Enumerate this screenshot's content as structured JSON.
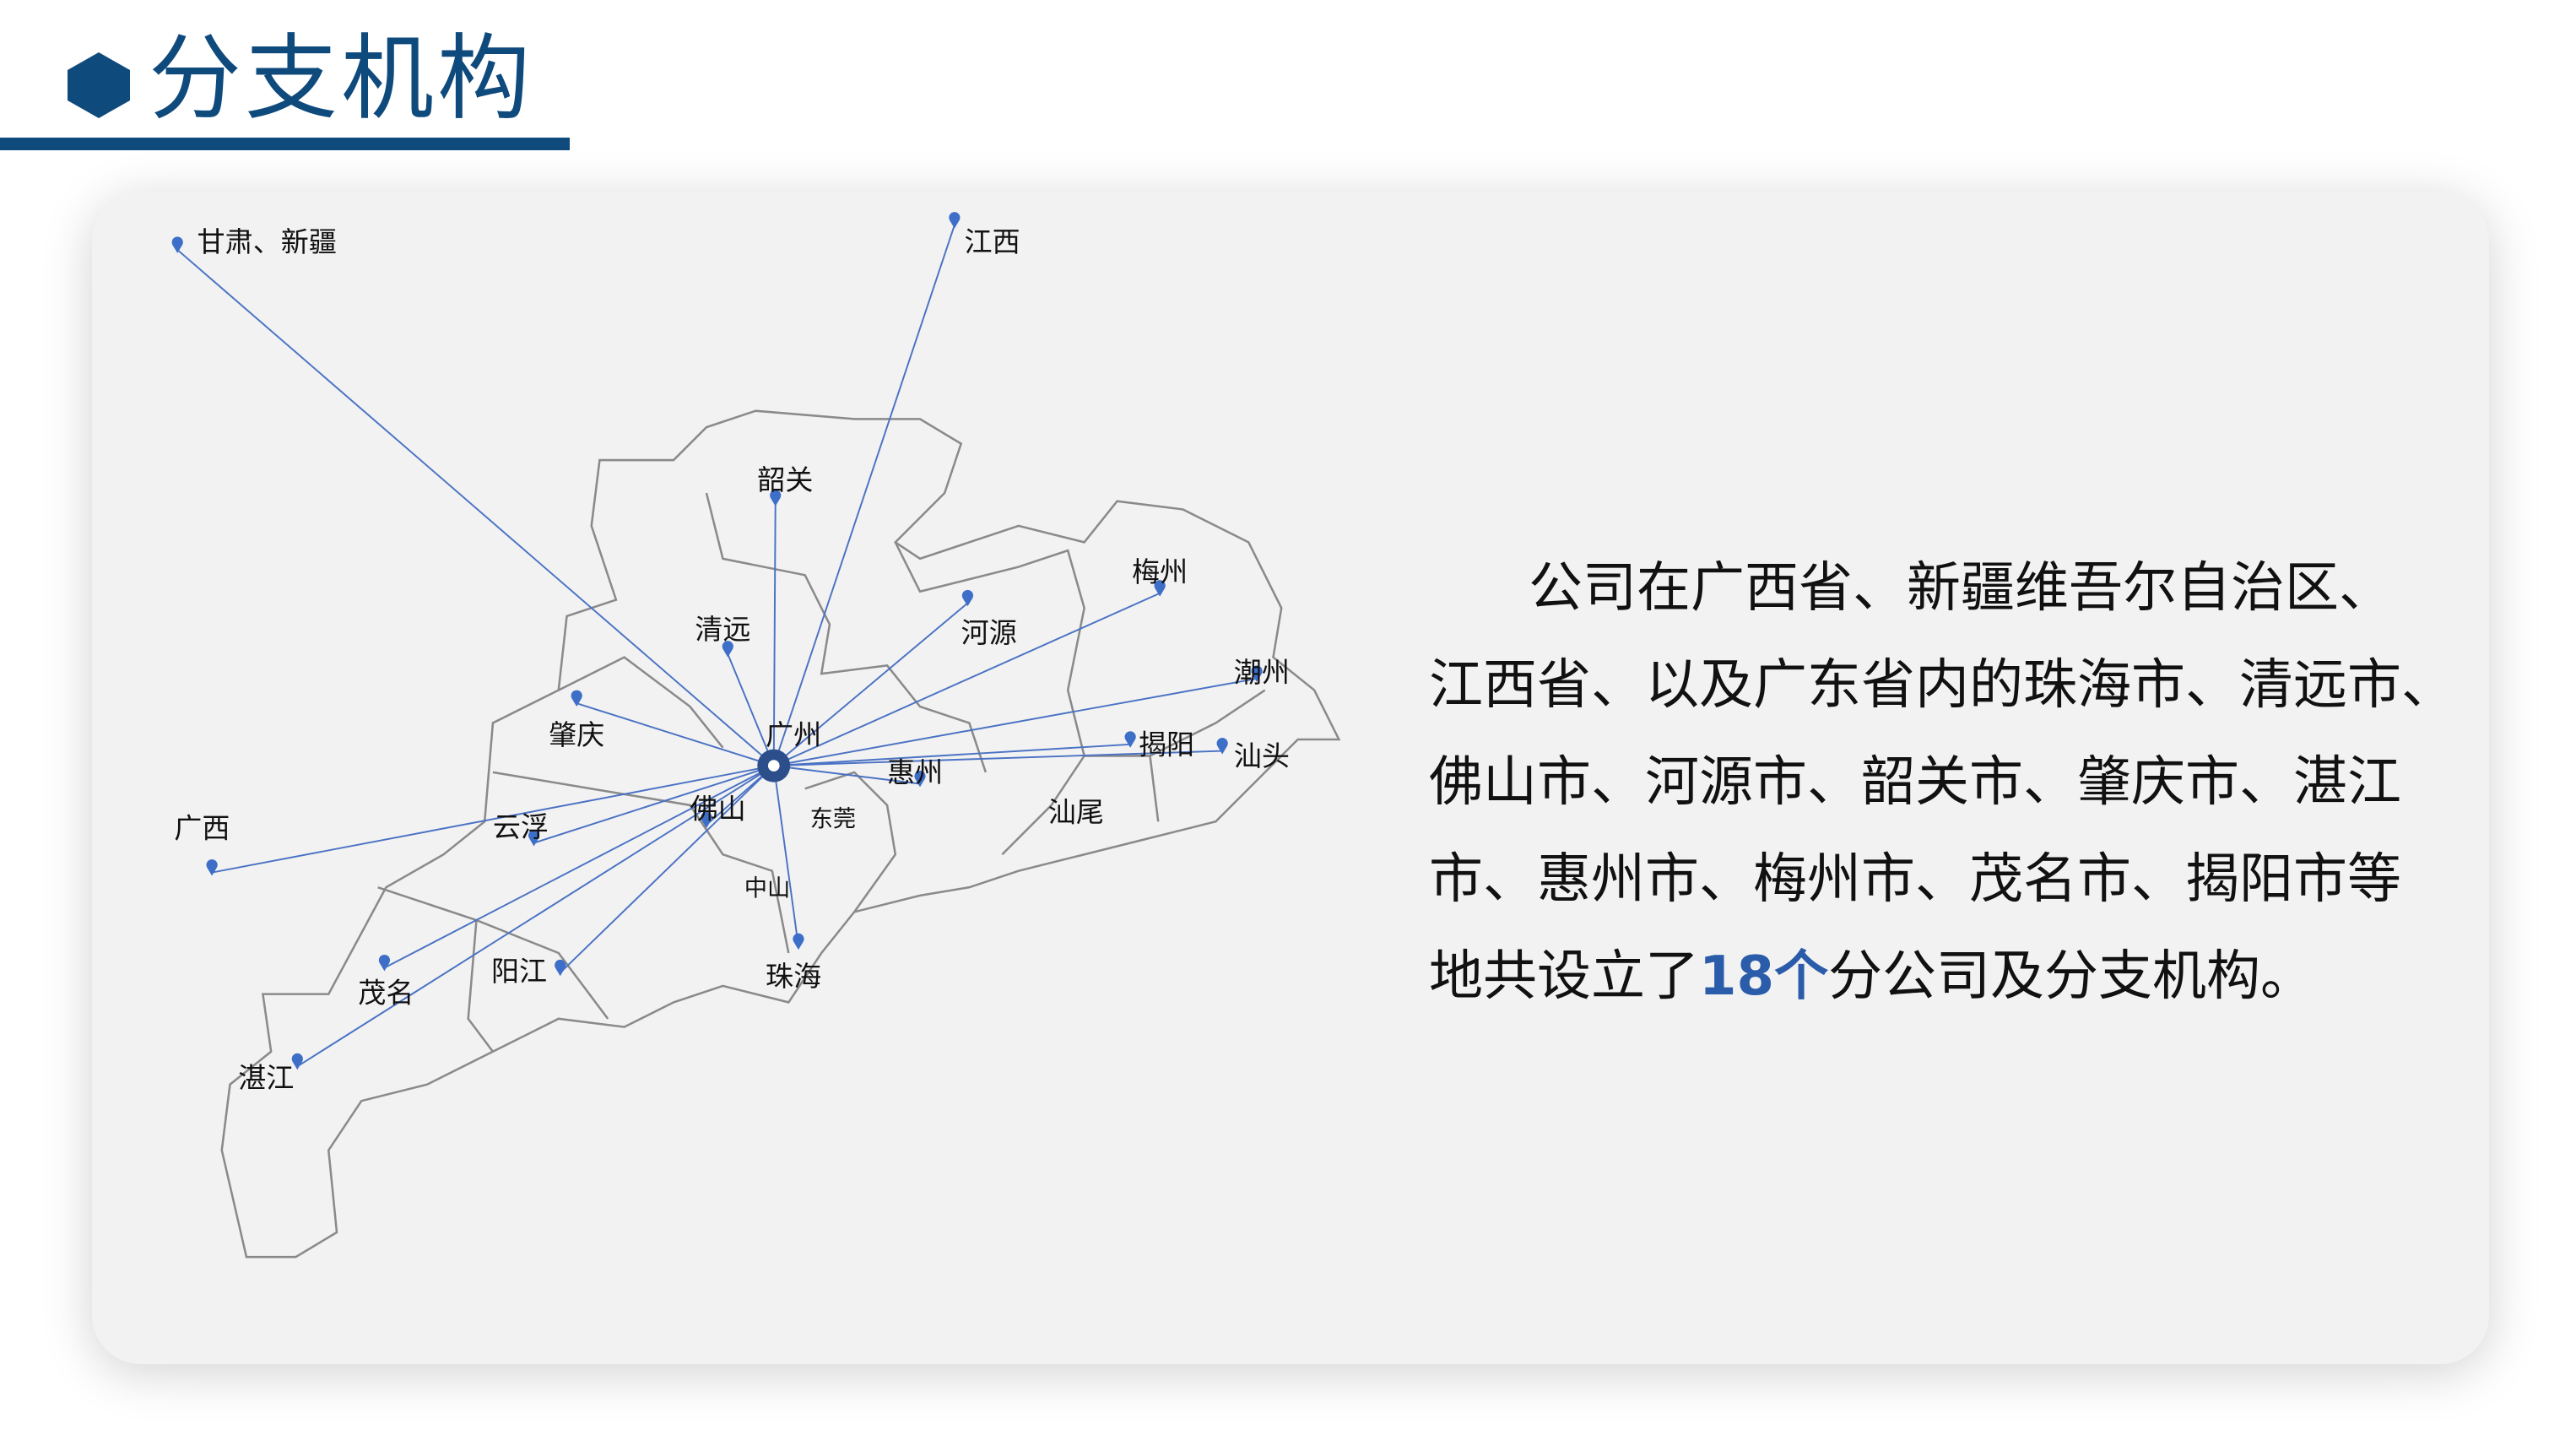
{
  "header": {
    "title": "分支机构",
    "icon": "hexagon-bullet-icon"
  },
  "map": {
    "hub": "广州",
    "cities": [
      "甘肃、新疆",
      "江西",
      "韶关",
      "清远",
      "河源",
      "梅州",
      "潮州",
      "揭阳",
      "汕头",
      "惠州",
      "肇庆",
      "广西",
      "云浮",
      "佛山",
      "茂名",
      "阳江",
      "湛江",
      "珠海"
    ],
    "other_labels": [
      "东莞",
      "中山",
      "汕尾"
    ],
    "colors": {
      "line": "#4a72c4",
      "pin": "#3e6fc8",
      "hub": "#2c4f8c",
      "border": "#8a8a8a"
    }
  },
  "description": {
    "lines": [
      "公司在广西省、新疆维吾尔自治区、",
      "江西省、以及广东省内的珠海市、清远市、",
      "佛山市、河源市、韶关市、肇庆市、湛江",
      "市、惠州市、梅州市、茂名市、揭阳市等"
    ],
    "last_prefix": "地共设立了",
    "highlight": "18个",
    "last_suffix": "分公司及分支机构。",
    "highlight_color": "#2a5caa"
  }
}
